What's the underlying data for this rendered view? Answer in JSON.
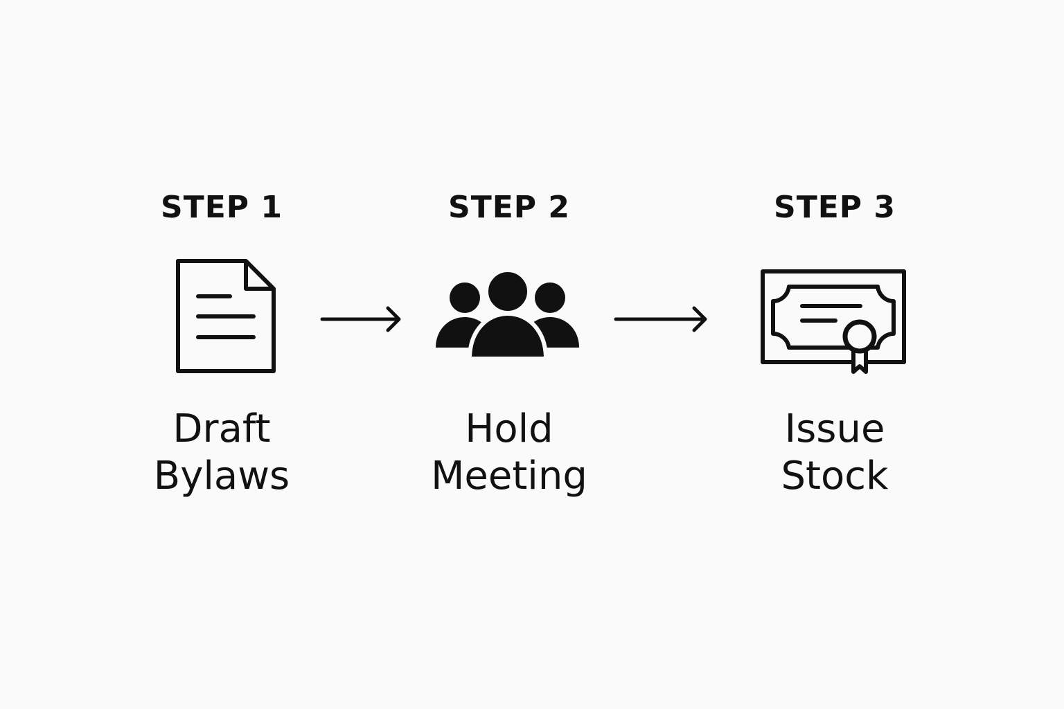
{
  "steps": [
    {
      "heading": "STEP 1",
      "label_line1": "Draft",
      "label_line2": "Bylaws",
      "icon": "document-icon"
    },
    {
      "heading": "STEP 2",
      "label_line1": "Hold",
      "label_line2": "Meeting",
      "icon": "group-icon"
    },
    {
      "heading": "STEP 3",
      "label_line1": "Issue",
      "label_line2": "Stock",
      "icon": "certificate-icon"
    }
  ],
  "connectors": [
    {
      "icon": "arrow-right-icon"
    },
    {
      "icon": "arrow-right-icon"
    }
  ],
  "colors": {
    "background": "#fafafa",
    "foreground": "#111111"
  }
}
